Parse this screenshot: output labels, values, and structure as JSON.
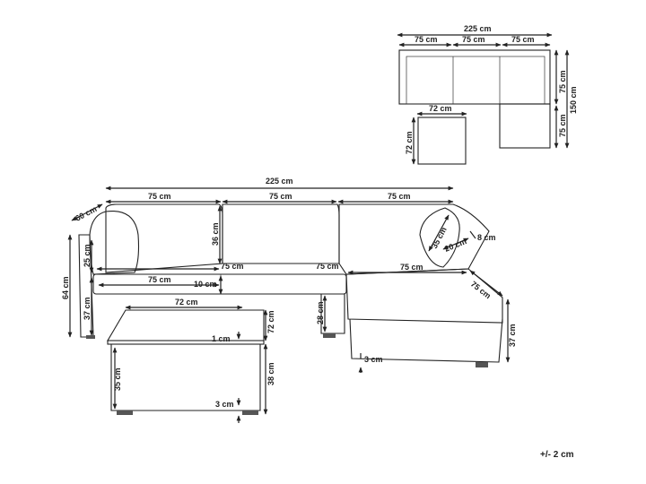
{
  "top_view": {
    "overall_width": "225 cm",
    "module_widths": [
      "75 cm",
      "75 cm",
      "75 cm"
    ],
    "module_depth": "75 cm",
    "chaise_extension": "75 cm",
    "total_depth": "150 cm",
    "table_width": "72 cm",
    "table_depth": "72 cm"
  },
  "front_view": {
    "overall_width": "225 cm",
    "module_widths": [
      "75 cm",
      "75 cm",
      "75 cm"
    ],
    "depth": "60 cm",
    "back_height": "36 cm",
    "armrest_height": "25 cm",
    "total_height": "64 cm",
    "seat_height": "37 cm",
    "seat_depth_left": "75 cm",
    "seat_depth_mid": "75 cm",
    "seat_depth_mid2": "75 cm",
    "cushion_thickness": "10 cm",
    "chaise_seat_width": "75 cm",
    "chaise_seat_depth": "75 cm",
    "chaise_height": "37 cm",
    "chaise_leg": "3 cm",
    "under_seat_height": "28 cm",
    "pillow_size": "35 cm",
    "pillow_depth": "20 cm",
    "arm_width": "8 cm"
  },
  "table_view": {
    "width": "72 cm",
    "depth": "72 cm",
    "height": "38 cm",
    "top_thickness": "1 cm",
    "body_height": "35 cm",
    "leg_height": "3 cm"
  },
  "tolerance": "+/- 2 cm"
}
